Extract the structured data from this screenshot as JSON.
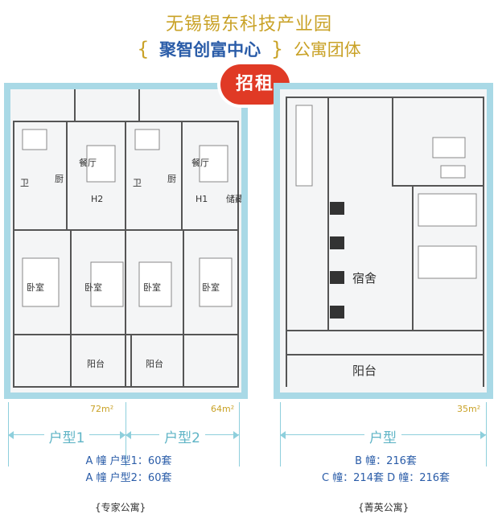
{
  "title": "无锡锡东科技产业园",
  "subtitle": {
    "open": "{",
    "center": "聚智创富中心",
    "close": "}",
    "rest": "公寓团体"
  },
  "badge": "招租",
  "left_plan": {
    "labels": [
      "厨",
      "餐厅",
      "卧室",
      "卧室",
      "阳台",
      "卫",
      "餐厅",
      "厨",
      "卫",
      "H2",
      "H1",
      "储藏",
      "卧室",
      "卧室",
      "阳台"
    ],
    "area1": "72m²",
    "area2": "64m²",
    "type1": "户型1",
    "type2": "户型2",
    "info1": "A 幢 户型1：60套",
    "info2": "A 幢 户型2：60套",
    "category": "{专家公寓}"
  },
  "right_plan": {
    "labels": [
      "宿舍",
      "阳台"
    ],
    "area": "35m²",
    "type": "户型",
    "info1": "B 幢：216套",
    "info2": "C 幢：214套  D 幢：216套",
    "category": "{菁英公寓}"
  }
}
